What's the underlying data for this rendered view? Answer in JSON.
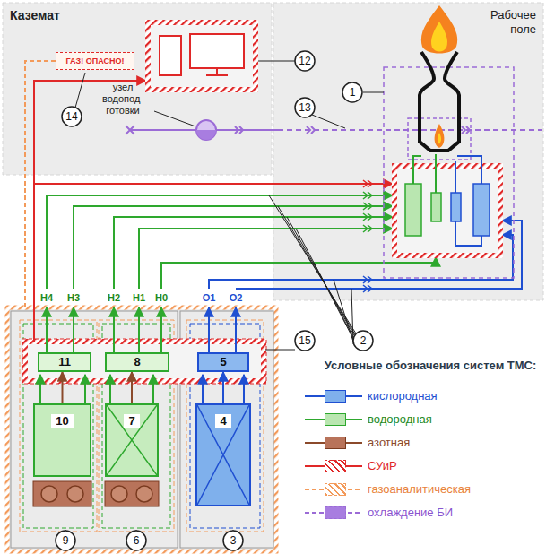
{
  "diagram": {
    "nodes": [
      {
        "text": [
          "Каземат"
        ]
      },
      {
        "text": [
          "ГАЗ! ОПАСНО!"
        ],
        "in": 0
      },
      {
        "text": [
          "Рабочее поле"
        ]
      },
      {
        "text": [
          "11"
        ]
      },
      {
        "text": [
          "8"
        ]
      },
      {
        "text": [
          "5"
        ]
      },
      {
        "text": [
          "10"
        ]
      },
      {
        "text": [
          "7"
        ]
      },
      {
        "text": [
          "4"
        ]
      }
    ],
    "edges": [
      {
        "from": 6,
        "to": 3,
        "arrow": "to"
      },
      {
        "from": 7,
        "to": 4,
        "arrow": "to"
      },
      {
        "from": 8,
        "to": 5,
        "arrow": "to"
      }
    ],
    "labels": [
      "14",
      "12",
      "1",
      "13",
      "узел водопод- готовки",
      "2",
      "15",
      "H4",
      "H3",
      "H2",
      "H1",
      "H0",
      "O1",
      "O2",
      "9",
      "6",
      "3",
      "Условные обозначения систем ТМС:"
    ],
    "legend": [
      {
        "text": "кислородная",
        "color": "#7fb0ec"
      },
      {
        "text": "водородная",
        "color": "#b9e6b0"
      },
      {
        "text": "азотная",
        "color": "#b8735a"
      },
      {
        "text": "СУиР"
      },
      {
        "text": "газоаналитическая"
      },
      {
        "text": "охлаждение БИ",
        "color": "#a87de0"
      }
    ]
  }
}
